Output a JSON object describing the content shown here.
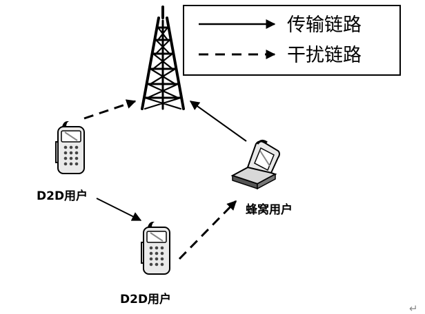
{
  "legend": {
    "transmission_label": "传输链路",
    "interference_label": "干扰链路"
  },
  "nodes": {
    "d2d_user_1": "D2D用户",
    "d2d_user_2": "D2D用户",
    "cellular_user": "蜂窝用户"
  },
  "paragraph_mark": "↵"
}
